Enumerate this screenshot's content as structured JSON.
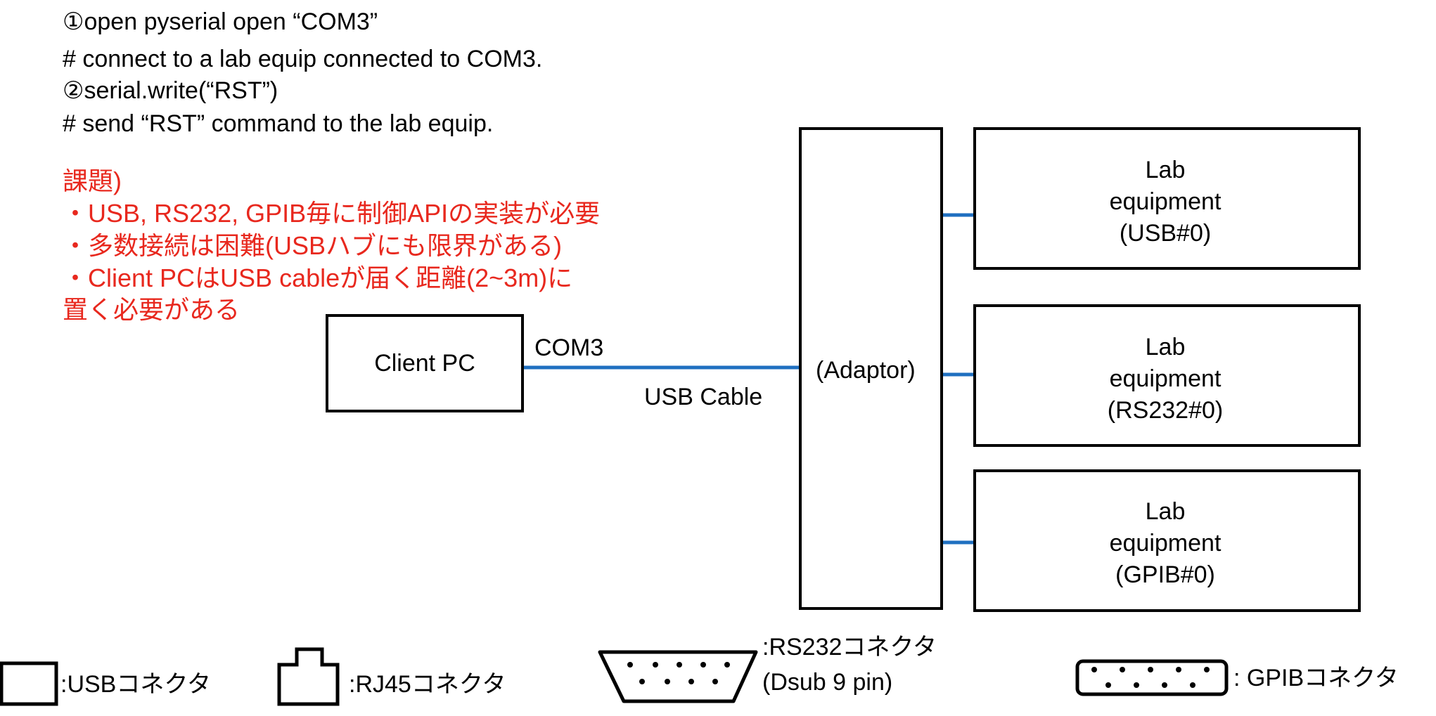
{
  "code_notes": [
    "①open pyserial open “COM3”",
    "# connect to a lab equip connected to COM3.",
    "②serial.write(“RST”)",
    "# send “RST” command to the lab equip."
  ],
  "issues": {
    "heading": "課題)",
    "lines": [
      "・USB, RS232, GPIB毎に制御APIの実装が必要",
      "・多数接続は困難(USBハブにも限界がある)",
      "・Client PCはUSB cableが届く距離(2~3m)に",
      "置く必要がある"
    ]
  },
  "client_pc": {
    "label": "Client PC"
  },
  "cable": {
    "port_label": "COM3",
    "cable_label": "USB Cable"
  },
  "adaptor": {
    "label": "(Adaptor)"
  },
  "equipment": [
    {
      "line1": "Lab",
      "line2": "equipment",
      "line3": "(USB#0)",
      "connector": "usb-connector-icon"
    },
    {
      "line1": "Lab",
      "line2": "equipment",
      "line3": "(RS232#0)",
      "connector": "rs232-connector-icon"
    },
    {
      "line1": "Lab",
      "line2": "equipment",
      "line3": "(GPIB#0)",
      "connector": "gpib-connector-icon"
    }
  ],
  "legend": {
    "usb": ":USBコネクタ",
    "rj45": ":RJ45コネクタ",
    "rs232_line1": ":RS232コネクタ",
    "rs232_line2": "(Dsub 9 pin)",
    "gpib": ": GPIBコネクタ"
  },
  "colors": {
    "cable": "#1f6fc0",
    "issue_text": "#e8281e"
  }
}
